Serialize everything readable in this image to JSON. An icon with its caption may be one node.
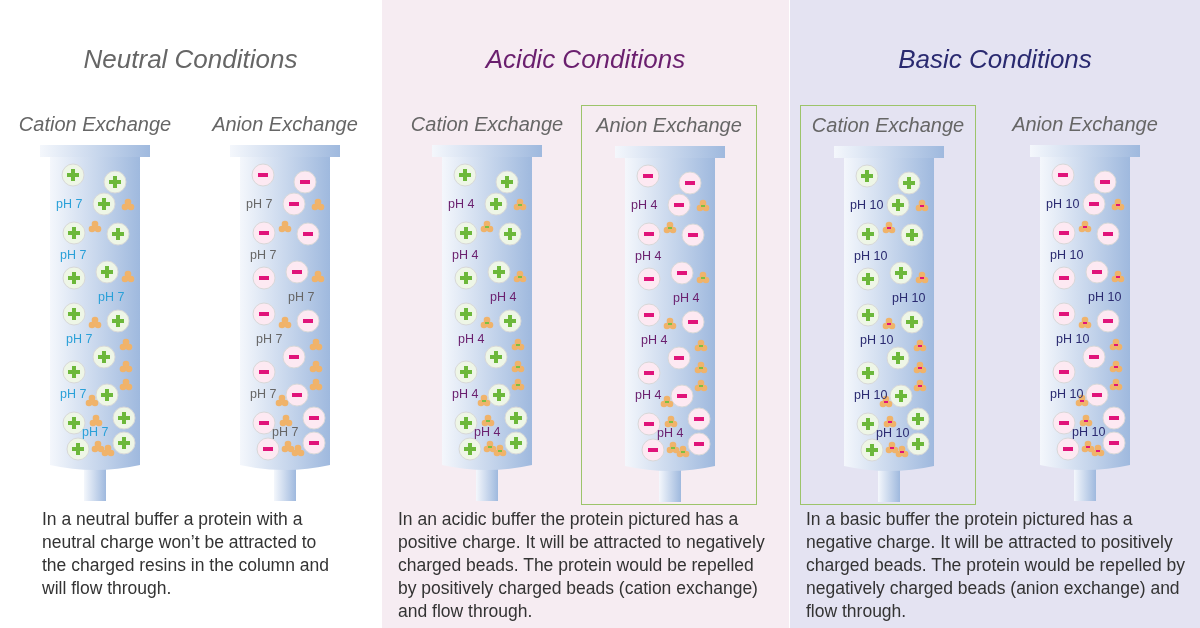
{
  "diagram": {
    "nodes": [
      {
        "text": [
          "Neutral Conditions",
          "In a neutral buffer a protein with a neutral charge won’t be attracted to the charged resins in the column and will flow through."
        ]
      },
      {
        "text": [
          "Acidic Conditions",
          "In an acidic buffer the protein pictured has a positive charge. It will be attracted to negatively charged beads. The protein would be repelled by positively charged beads (cation exchange) and flow through."
        ]
      },
      {
        "text": [
          "Basic Conditions",
          "In a basic buffer the protein pictured has a negative charge. It will be attracted to positively charged beads. The protein would be repelled by negatively charged beads (anion exchange) and flow through."
        ]
      },
      {
        "text": [
          "Cation Exchange",
          "pH 7",
          "pH 7",
          "pH 7",
          "pH 7",
          "pH 7",
          "pH 7"
        ],
        "in": 0
      },
      {
        "text": [
          "Anion Exchange",
          "pH 7",
          "pH 7",
          "pH 7",
          "pH 7",
          "pH 7",
          "pH 7"
        ],
        "in": 0
      },
      {
        "text": [
          "Cation Exchange",
          "pH 4",
          "pH 4",
          "pH 4",
          "pH 4",
          "pH 4",
          "pH 4"
        ],
        "in": 1
      },
      {
        "text": [
          "Anion Exchange",
          "pH 4",
          "pH 4",
          "pH 4",
          "pH 4",
          "pH 4",
          "pH 4"
        ],
        "in": 1
      },
      {
        "text": [
          "Cation Exchange",
          "pH 10",
          "pH 10",
          "pH 10",
          "pH 10",
          "pH 10",
          "pH 10"
        ],
        "in": 2
      },
      {
        "text": [
          "Anion Exchange",
          "pH 10",
          "pH 10",
          "pH 10",
          "pH 10",
          "pH 10",
          "pH 10"
        ],
        "in": 2
      }
    ]
  }
}
